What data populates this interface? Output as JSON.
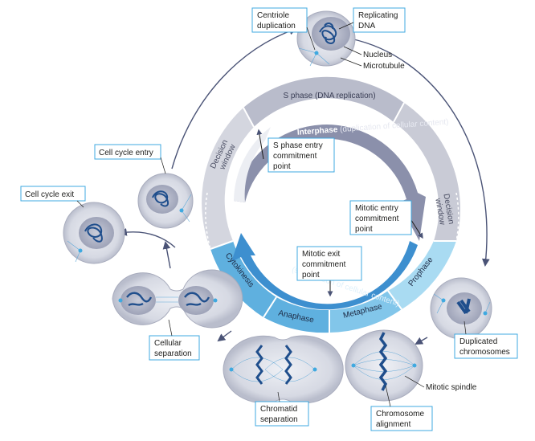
{
  "ring": {
    "s_phase": "S phase (DNA replication)",
    "interphase_bold": "Interphase",
    "interphase_rest": " (duplication of cellular content)",
    "m_phase_bold": "M phase",
    "m_phase_rest": " (segregation of cellular content)",
    "decision_window_left": [
      "Decision",
      "window"
    ],
    "decision_window_right": [
      "Decision",
      "window"
    ],
    "cytokinesis": "Cytokinesis",
    "anaphase": "Anaphase",
    "metaphase": "Metaphase",
    "prophase": "Prophase"
  },
  "checkpoints": {
    "s_phase_entry": [
      "S phase entry",
      "commitment",
      "point"
    ],
    "mitotic_entry": [
      "Mitotic entry",
      "commitment",
      "point"
    ],
    "mitotic_exit": [
      "Mitotic exit",
      "commitment",
      "point"
    ]
  },
  "labels": {
    "centriole_duplication": [
      "Centriole",
      "duplication"
    ],
    "replicating_dna": [
      "Replicating",
      "DNA"
    ],
    "nucleus": "Nucleus",
    "microtubule": "Microtubule",
    "cell_cycle_entry": "Cell cycle entry",
    "cell_cycle_exit": "Cell cycle exit",
    "cellular_separation": [
      "Cellular",
      "separation"
    ],
    "chromatid_separation": [
      "Chromatid",
      "separation"
    ],
    "chromosome_alignment": [
      "Chromosome",
      "alignment"
    ],
    "mitotic_spindle": "Mitotic spindle",
    "duplicated_chromosomes": [
      "Duplicated",
      "chromosomes"
    ]
  },
  "colors": {
    "interphase_ring": "#8b90ab",
    "s_phase_band": "#b9bccb",
    "mphase_ring": "#3d8fcf",
    "mphase_band_dark": "#5fb0df",
    "mphase_band_light": "#a9dbf2",
    "label_border": "#3fa9e0",
    "arrow": "#4a5376",
    "cell_fill": "#d9dbe4",
    "nucleus_fill": "#b4b8c9",
    "chromatin": "#1f4e8c"
  }
}
